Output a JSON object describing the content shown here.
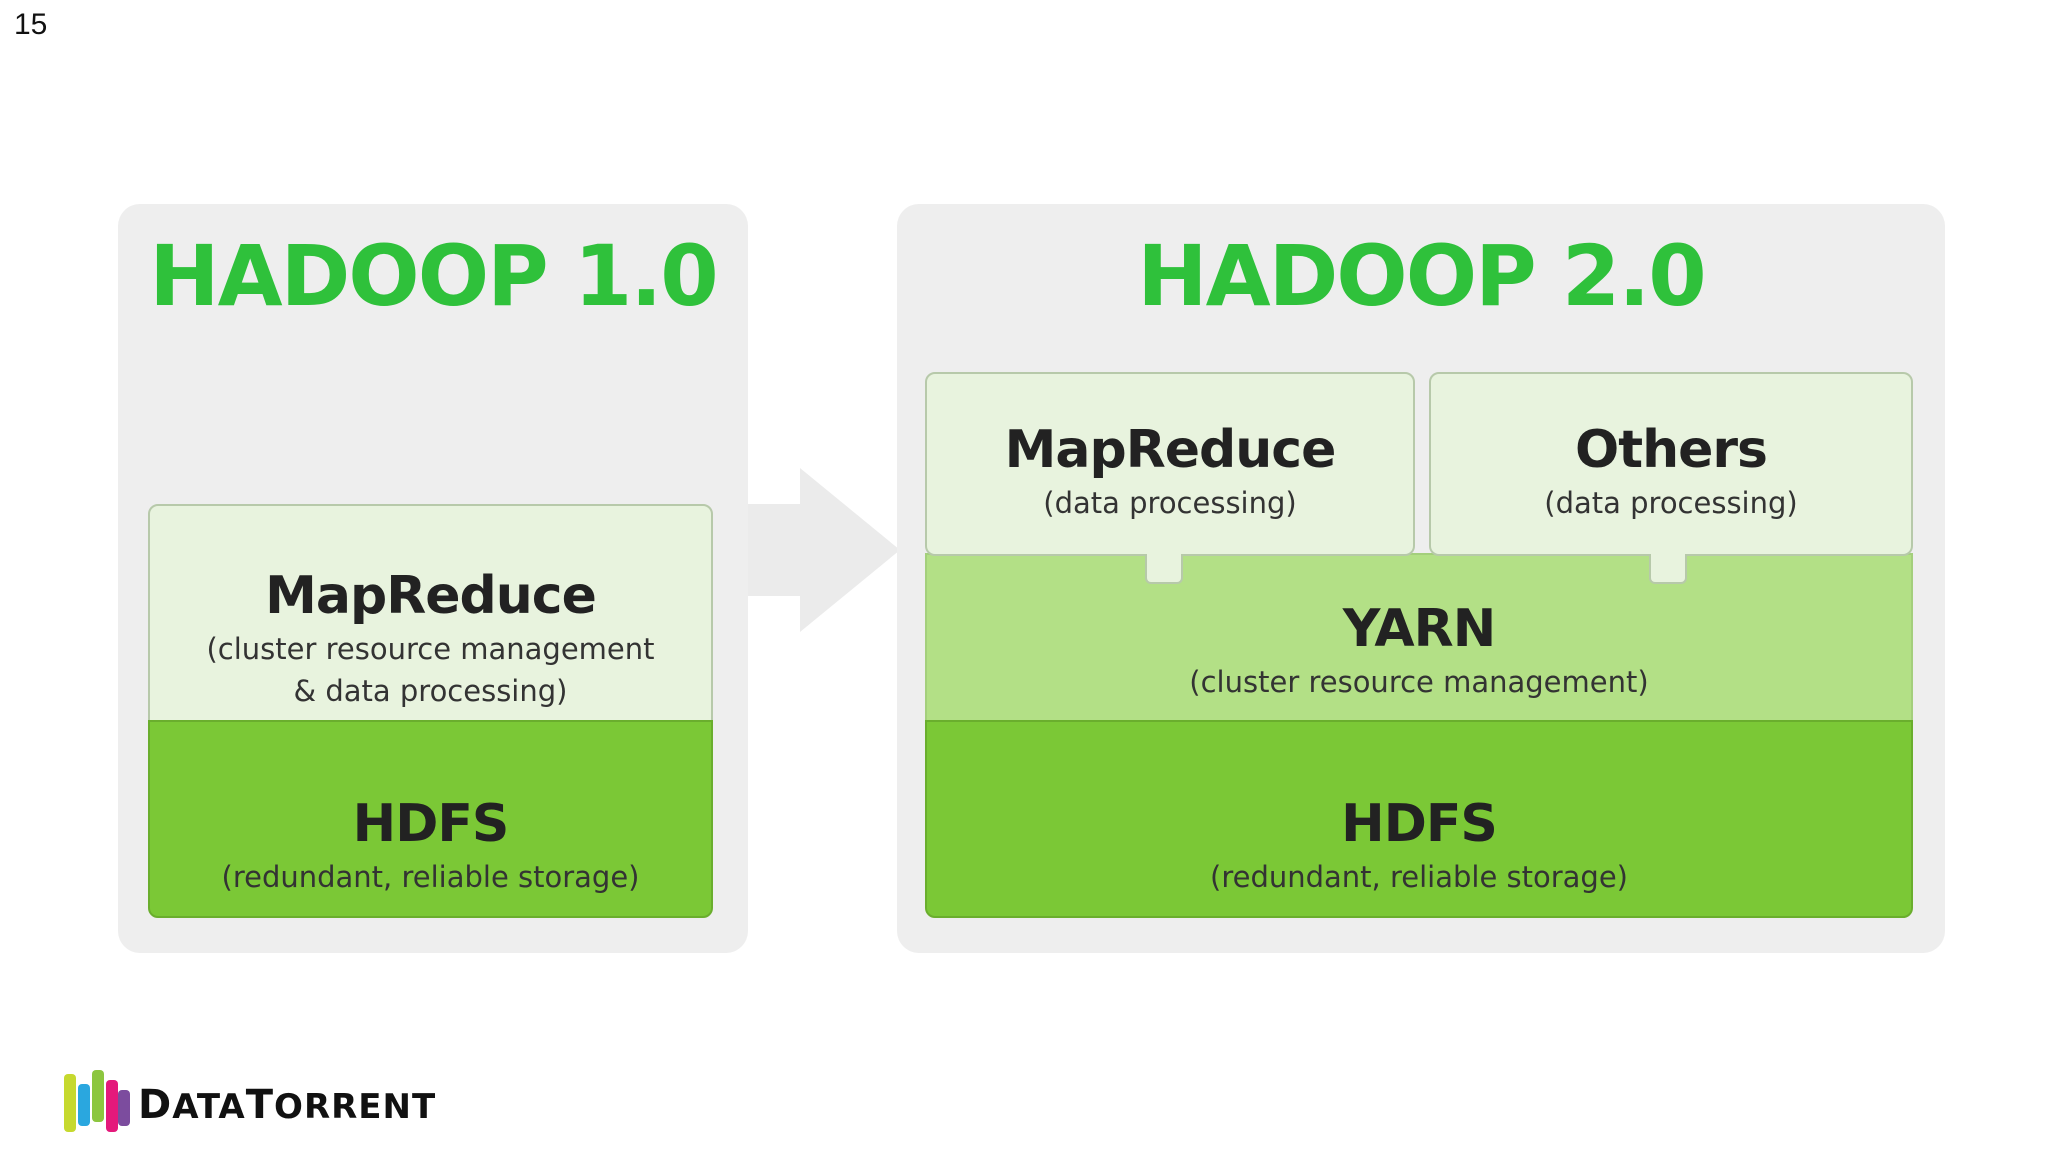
{
  "slide_number": "15",
  "hadoop1": {
    "title": "HADOOP 1.0",
    "mapreduce": {
      "name": "MapReduce",
      "desc_line1": "(cluster resource management",
      "desc_line2": "& data processing)"
    },
    "hdfs": {
      "name": "HDFS",
      "desc": "(redundant, reliable storage)"
    }
  },
  "hadoop2": {
    "title": "HADOOP 2.0",
    "mapreduce": {
      "name": "MapReduce",
      "desc": "(data processing)"
    },
    "others": {
      "name": "Others",
      "desc": "(data processing)"
    },
    "yarn": {
      "name": "YARN",
      "desc": "(cluster resource management)"
    },
    "hdfs": {
      "name": "HDFS",
      "desc": "(redundant, reliable storage)"
    }
  },
  "logo": {
    "first_initial": "D",
    "first_rest": "ATA",
    "second_initial": "T",
    "second_rest": "ORRENT"
  },
  "colors": {
    "title_green": "#2fc13b",
    "panel_gray": "#eeeeee",
    "light_green": "#e8f3de",
    "mid_green": "#b3e086",
    "dark_green": "#7bc836",
    "arrow_gray": "#ebebeb"
  }
}
